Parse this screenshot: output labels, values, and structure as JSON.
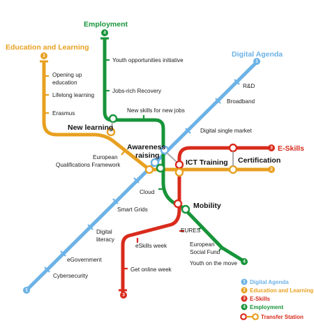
{
  "colors": {
    "digital": "#6cb2e6",
    "education": "#e8a020",
    "eskills": "#d92b1c",
    "employment": "#17943a"
  },
  "lines": {
    "digital": {
      "title": "Digital Agenda",
      "number": "1"
    },
    "education": {
      "title": "Education and Learning",
      "number": "2"
    },
    "eskills": {
      "title": "E-Skills",
      "number": "3"
    },
    "employment": {
      "title": "Employment",
      "number": "4"
    }
  },
  "stations": {
    "youth_opportunities": "Youth opportunities initiative",
    "jobs_rich_recovery": "Jobs-rich Recovery",
    "new_skills": "New skills for new jobs",
    "opening_up_1": "Opening up",
    "opening_up_2": "education",
    "lifelong_learning": "Lifelong learning",
    "erasmus": "Erasmus",
    "new_learning": "New learning",
    "rd": "R&D",
    "broadband": "Broadband",
    "digital_single_market": "Digital single market",
    "awareness_1": "Awareness",
    "awareness_2": "raising",
    "eqf_1": "European",
    "eqf_2": "Qualifications Framework",
    "ict_training": "ICT Training",
    "certification": "Certification",
    "cloud": "Cloud",
    "smart_grids": "Smart Grids",
    "mobility": "Mobility",
    "eures": "EURES",
    "digital_literacy_1": "Digital",
    "digital_literacy_2": "literacy",
    "eskills_week": "eSkills week",
    "social_fund_1": "European",
    "social_fund_2": "Social Fund",
    "youth_move": "Youth on the move",
    "egovernment": "eGovernment",
    "get_online_week": "Get online week",
    "cybersecurity": "Cybersecurity"
  },
  "legend": {
    "items": [
      {
        "key": "digital",
        "number": "1",
        "label": "Digital Agenda"
      },
      {
        "key": "education",
        "number": "2",
        "label": "Education and Learning"
      },
      {
        "key": "eskills",
        "number": "3",
        "label": "E-Skills"
      },
      {
        "key": "employment",
        "number": "4",
        "label": "Employment"
      }
    ],
    "transfer_label": "Transfer Station"
  }
}
